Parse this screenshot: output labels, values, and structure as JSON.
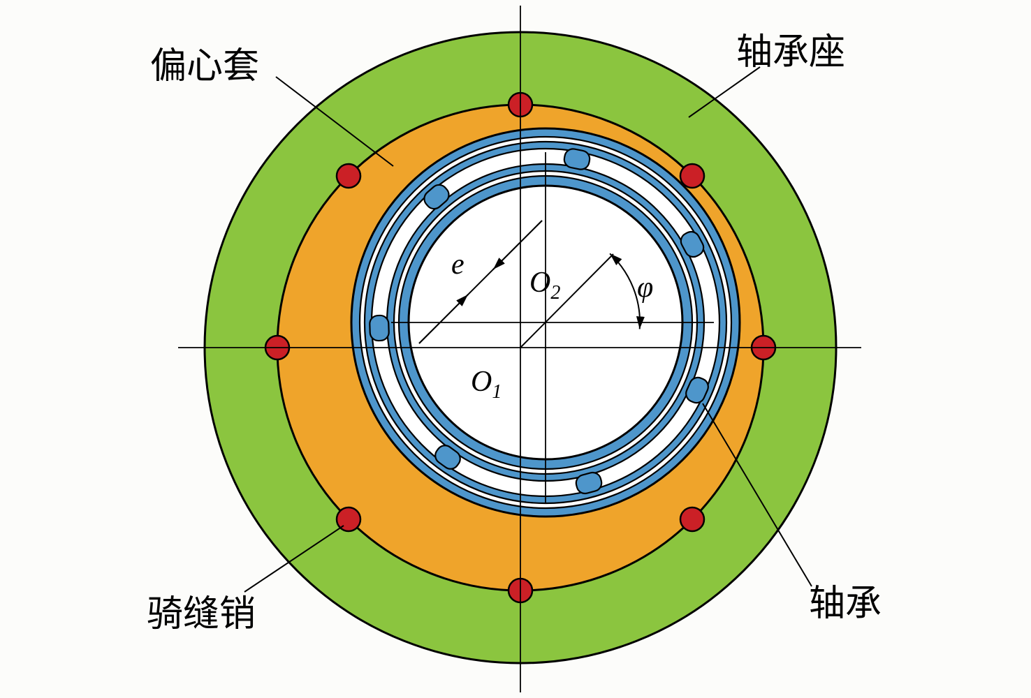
{
  "diagram": {
    "type": "mechanical-cross-section",
    "description": "Eccentric sleeve bearing assembly cross-section",
    "labels": {
      "eccentric_sleeve": "偏心套",
      "bearing_housing": "轴承座",
      "straddle_pin": "骑缝销",
      "bearing": "轴承"
    },
    "symbols": {
      "eccentricity": "e",
      "outer_center": "O",
      "outer_center_sub": "1",
      "inner_center": "O",
      "inner_center_sub": "2",
      "rotation_angle": "φ"
    },
    "colors": {
      "housing_green": "#8BC53F",
      "sleeve_orange": "#EFA42B",
      "bearing_blue": "#4E96CB",
      "pin_red": "#CB2026",
      "outline_black": "#000000",
      "background": "#FCFCFA"
    },
    "counts": {
      "straddle_pins": 8,
      "bearing_balls": 7
    }
  }
}
